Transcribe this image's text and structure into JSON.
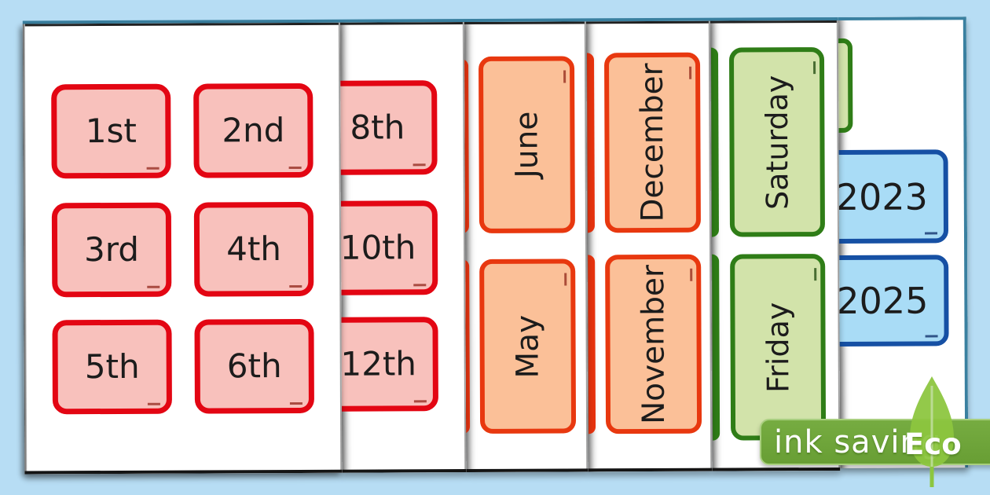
{
  "resource": {
    "description_labels": [],
    "background_color": "#b7ddf4",
    "page_edge_color": "#3a80a0"
  },
  "pages": [
    {
      "kind": "ordinal-date-flashcards",
      "card_style": {
        "fill": "#f8c1bc",
        "border": "#e30613"
      },
      "cards": [
        {
          "label": "1st"
        },
        {
          "label": "2nd"
        },
        {
          "label": "3rd"
        },
        {
          "label": "4th"
        },
        {
          "label": "5th"
        },
        {
          "label": "6th"
        }
      ]
    },
    {
      "kind": "ordinal-date-flashcards",
      "card_style": {
        "fill": "#f8c1bc",
        "border": "#e30613"
      },
      "cards": [
        {
          "label": "8th"
        },
        {
          "label": "10th"
        },
        {
          "label": "12th"
        }
      ]
    },
    {
      "kind": "month-flashcards",
      "card_style": {
        "fill": "#fbc098",
        "border": "#e8380f"
      },
      "cards": [
        {
          "label": "June"
        },
        {
          "label": "May"
        }
      ]
    },
    {
      "kind": "month-flashcards",
      "card_style": {
        "fill": "#fbc098",
        "border": "#e8380f"
      },
      "cards": [
        {
          "label": "December"
        },
        {
          "label": "November"
        }
      ]
    },
    {
      "kind": "day-flashcards",
      "card_style": {
        "fill": "#d2e3aa",
        "border": "#2f7d17"
      },
      "cards": [
        {
          "label": "Saturday"
        },
        {
          "label": "Friday"
        }
      ]
    },
    {
      "kind": "year-flashcards",
      "card_style": {
        "fill": "#a9dcf6",
        "border": "#1650a4"
      },
      "cards": [
        {
          "label": "2023"
        },
        {
          "label": "2025"
        }
      ]
    }
  ],
  "badge": {
    "ink_saving_label": "ink saving",
    "eco_label": "Eco",
    "ribbon_color": "#6fa93b",
    "leaf_color": "#8cc63f"
  }
}
